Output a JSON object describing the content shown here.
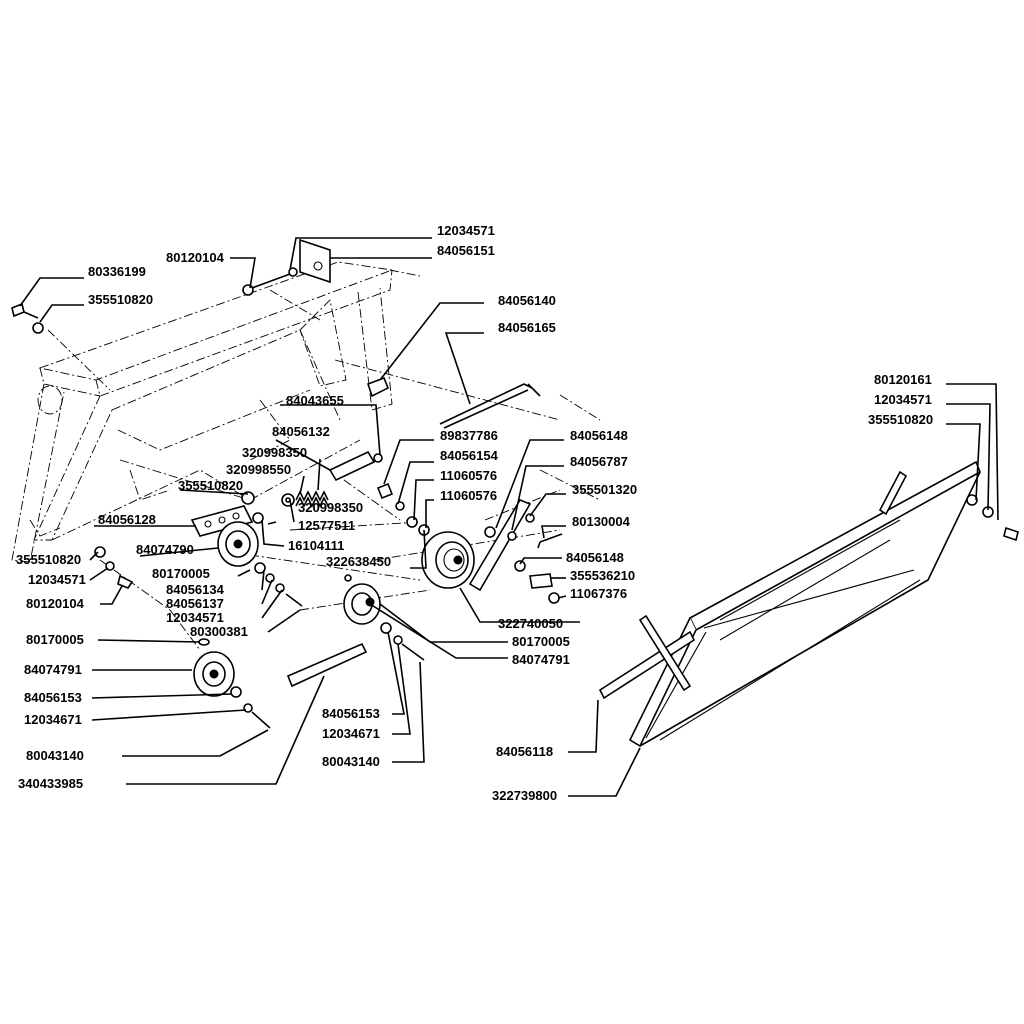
{
  "labels": [
    {
      "id": "l01",
      "text": "12034571"
    },
    {
      "id": "l02",
      "text": "80120104"
    },
    {
      "id": "l03",
      "text": "84056151"
    },
    {
      "id": "l04",
      "text": "80336199"
    },
    {
      "id": "l05",
      "text": "355510820"
    },
    {
      "id": "l06",
      "text": "84056140"
    },
    {
      "id": "l07",
      "text": "84056165"
    },
    {
      "id": "l08",
      "text": "84043655"
    },
    {
      "id": "l09",
      "text": "84056132"
    },
    {
      "id": "l10",
      "text": "320998350"
    },
    {
      "id": "l11",
      "text": "320998550"
    },
    {
      "id": "l12",
      "text": "355510820"
    },
    {
      "id": "l13",
      "text": "84056128"
    },
    {
      "id": "l14",
      "text": "84074790"
    },
    {
      "id": "l15",
      "text": "320998350"
    },
    {
      "id": "l16",
      "text": "12577511"
    },
    {
      "id": "l17",
      "text": "16104111"
    },
    {
      "id": "l18",
      "text": "89837786"
    },
    {
      "id": "l19",
      "text": "84056154"
    },
    {
      "id": "l20",
      "text": "11060576"
    },
    {
      "id": "l21",
      "text": "11060576"
    },
    {
      "id": "l22",
      "text": "322638450"
    },
    {
      "id": "l23",
      "text": "84056148"
    },
    {
      "id": "l24",
      "text": "84056787"
    },
    {
      "id": "l25",
      "text": "355501320"
    },
    {
      "id": "l26",
      "text": "80130004"
    },
    {
      "id": "l27",
      "text": "84056148"
    },
    {
      "id": "l28",
      "text": "355536210"
    },
    {
      "id": "l29",
      "text": "11067376"
    },
    {
      "id": "l30",
      "text": "322740050"
    },
    {
      "id": "l31",
      "text": "80170005"
    },
    {
      "id": "l32",
      "text": "84074791"
    },
    {
      "id": "l33",
      "text": "355510820"
    },
    {
      "id": "l34",
      "text": "12034571"
    },
    {
      "id": "l35",
      "text": "80120104"
    },
    {
      "id": "l36",
      "text": "80170005"
    },
    {
      "id": "l37",
      "text": "84056134"
    },
    {
      "id": "l38",
      "text": "84056137"
    },
    {
      "id": "l39",
      "text": "12034571"
    },
    {
      "id": "l40",
      "text": "80300381"
    },
    {
      "id": "l41",
      "text": "80170005"
    },
    {
      "id": "l42",
      "text": "84074791"
    },
    {
      "id": "l43",
      "text": "84056153"
    },
    {
      "id": "l44",
      "text": "12034671"
    },
    {
      "id": "l45",
      "text": "80043140"
    },
    {
      "id": "l46",
      "text": "340433985"
    },
    {
      "id": "l47",
      "text": "84056153"
    },
    {
      "id": "l48",
      "text": "12034671"
    },
    {
      "id": "l49",
      "text": "80043140"
    },
    {
      "id": "l50",
      "text": "80120161"
    },
    {
      "id": "l51",
      "text": "12034571"
    },
    {
      "id": "l52",
      "text": "355510820"
    },
    {
      "id": "l53",
      "text": "84056118"
    },
    {
      "id": "l54",
      "text": "322739800"
    }
  ]
}
